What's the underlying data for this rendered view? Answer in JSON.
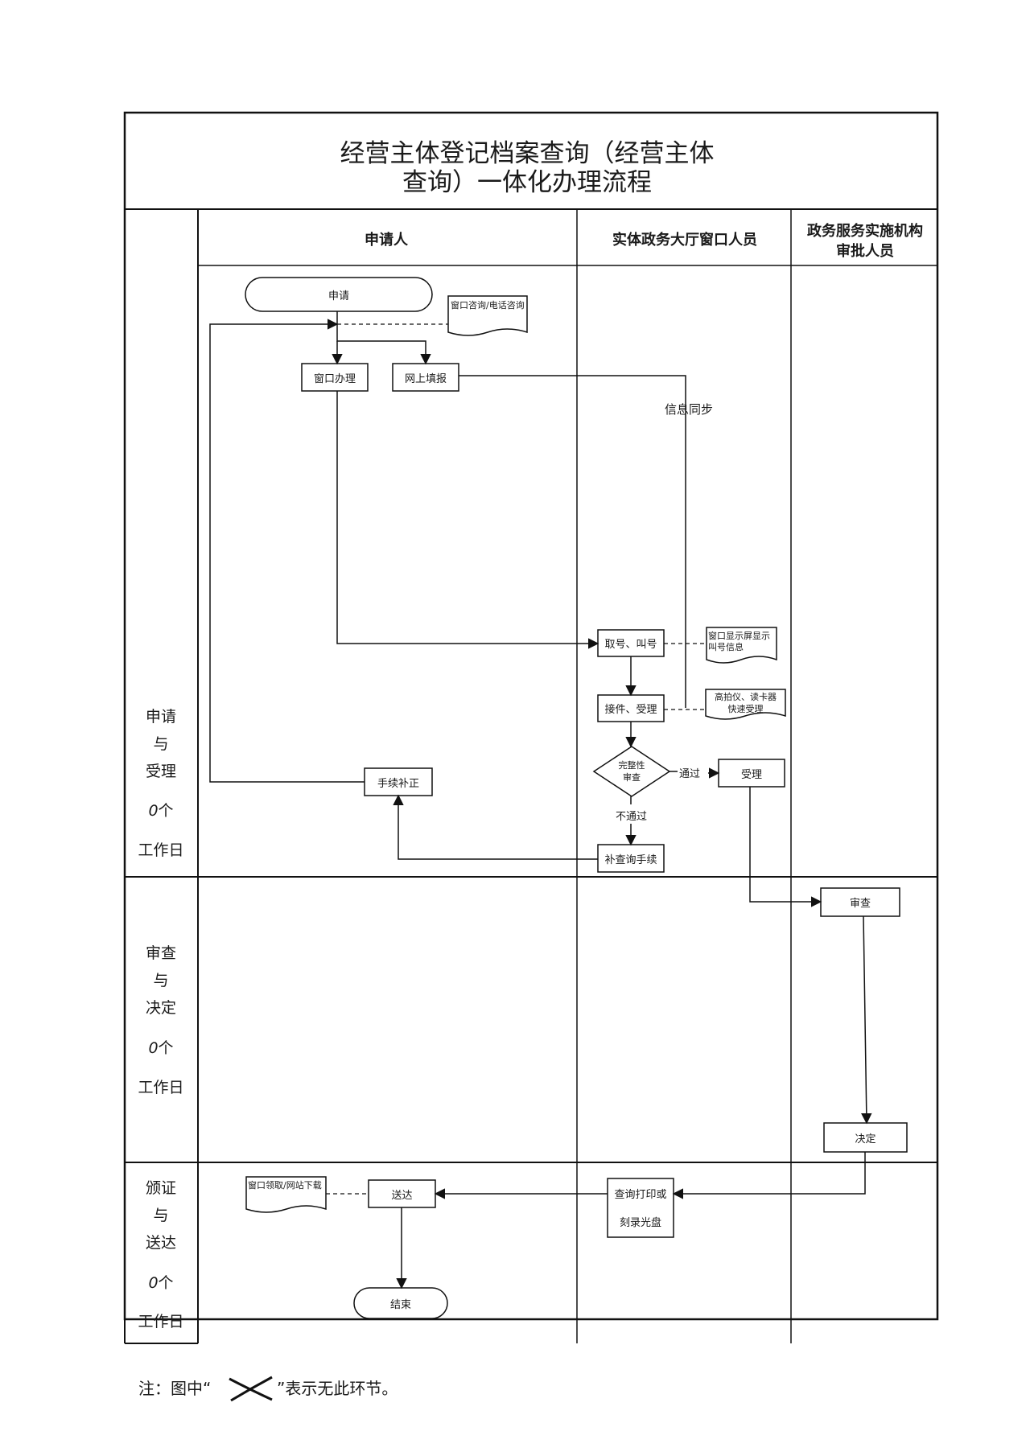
{
  "title": [
    "经营主体登记档案查询（经营主体",
    "查询）一体化办理流程"
  ],
  "columns": {
    "applicant": "申请人",
    "window_staff": "实体政务大厅窗口人员",
    "approver": [
      "政务服务实施机构",
      "审批人员"
    ]
  },
  "stages": [
    {
      "lines": [
        "申请",
        "与",
        "受理"
      ],
      "days_value": "0",
      "days_unit": "个",
      "days_label": "工作日"
    },
    {
      "lines": [
        "审查",
        "与",
        "决定"
      ],
      "days_value": "0",
      "days_unit": "个",
      "days_label": "工作日"
    },
    {
      "lines": [
        "颁证",
        "与",
        "送达"
      ],
      "days_value": "0",
      "days_unit": "个",
      "days_label": "工作日"
    }
  ],
  "nodes": {
    "apply": "申请",
    "consult_doc": "窗口咨询/电话咨询",
    "window_handle": "窗口办理",
    "online_fill": "网上填报",
    "info_sync": "信息同步",
    "take_number": "取号、叫号",
    "screen_doc": "窗口显示屏显示叫号信息",
    "receive": "接件、受理",
    "scanner_doc": [
      "高拍仪、读卡器",
      "快速受理"
    ],
    "completeness": [
      "完整性",
      "审查"
    ],
    "pass": "通过",
    "fail": "不通过",
    "accept": "受理",
    "supplement_notice": "补查询手续",
    "supplement": "手续补正",
    "review": "审查",
    "decide": "决定",
    "print": [
      "查询打印或",
      "刻录光盘"
    ],
    "deliver": "送达",
    "pickup_doc": "窗口领取/网站下载",
    "end": "结束"
  },
  "note": {
    "prefix": "注：图中“",
    "suffix": "”表示无此环节。"
  }
}
